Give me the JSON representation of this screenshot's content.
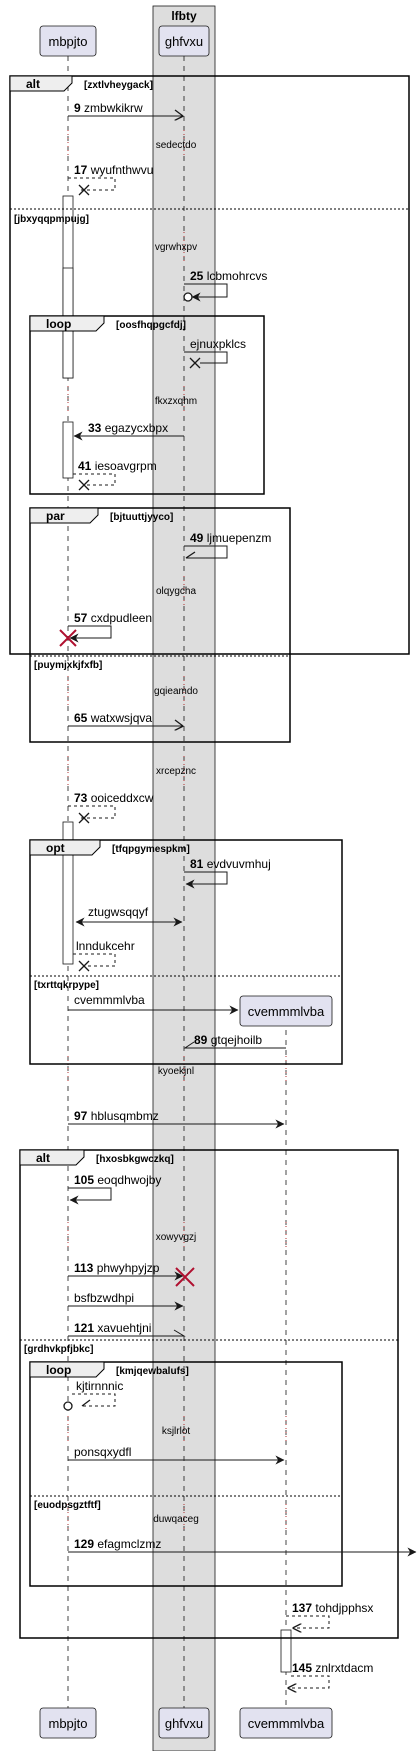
{
  "box": {
    "title": "lfbty"
  },
  "participants": {
    "mbpjto": "mbpjto",
    "ghfvxu": "ghfvxu",
    "cvemmmlvba": "cvemmmlvba"
  },
  "fragments": {
    "alt1": {
      "keyword": "alt",
      "cond": "[zxtlvheygack]",
      "else1": "[jbxyqqpmpujg]"
    },
    "loop1": {
      "keyword": "loop",
      "cond": "[oosfhqpgcfdj]"
    },
    "par1": {
      "keyword": "par",
      "cond": "[bjtuuttjyyco]",
      "else1": "[puymjxkjfxfb]"
    },
    "opt1": {
      "keyword": "opt",
      "cond": "[tfqpgymespkm]",
      "else1": "[txrttqkrpype]"
    },
    "alt2": {
      "keyword": "alt",
      "cond": "[hxosbkgwczkq]",
      "else1": "[grdhvkpfjbkc]"
    },
    "loop2": {
      "keyword": "loop",
      "cond": "[kmjqewbalufs]",
      "else1": "[euodpsgztftf]"
    }
  },
  "dividers": {
    "d1": "sedectdo",
    "d2": "vgrwhxpv",
    "d3": "fkxzxqhm",
    "d4": "olqygcha",
    "d5": "gqieamdo",
    "d6": "xrcepznc",
    "d7": "kyoekjnl",
    "d8": "xowyvgzj",
    "d9": "ksjlrlot",
    "d10": "duwqaceg"
  },
  "messages": {
    "m1": {
      "num": "9",
      "text": "zmbwkikrw"
    },
    "m2": {
      "num": "17",
      "text": "wyufnthwvu"
    },
    "m3": {
      "num": "25",
      "text": "lcbmohrcvs"
    },
    "m4": {
      "num": "",
      "text": "ejnuxpklcs"
    },
    "m5": {
      "num": "33",
      "text": "egazycxbpx"
    },
    "m6": {
      "num": "41",
      "text": "iesoavgrpm"
    },
    "m7": {
      "num": "49",
      "text": "ljmuepenzm"
    },
    "m8": {
      "num": "57",
      "text": "cxdpudleen"
    },
    "m9": {
      "num": "65",
      "text": "watxwsjqva"
    },
    "m10": {
      "num": "73",
      "text": "ooiceddxcw"
    },
    "m11": {
      "num": "81",
      "text": "evdvuvmhuj"
    },
    "m12": {
      "num": "",
      "text": "ztugwsqqyf"
    },
    "m13": {
      "num": "",
      "text": "lnndukcehr"
    },
    "m14": {
      "num": "",
      "text": "cvemmmlvba"
    },
    "m15": {
      "num": "89",
      "text": "gtqejhoilb"
    },
    "m16": {
      "num": "97",
      "text": "hblusqmbmz"
    },
    "m17": {
      "num": "105",
      "text": "eoqdhwojby"
    },
    "m18": {
      "num": "113",
      "text": "phwyhpyjzp"
    },
    "m19": {
      "num": "",
      "text": "bsfbzwdhpi"
    },
    "m20": {
      "num": "121",
      "text": "xavuehtjni"
    },
    "m21": {
      "num": "",
      "text": "kjtirnnnic"
    },
    "m22": {
      "num": "",
      "text": "ponsqxydfl"
    },
    "m23": {
      "num": "129",
      "text": "efagmclzmz"
    },
    "m24": {
      "num": "137",
      "text": "tohdjpphsx"
    },
    "m25": {
      "num": "145",
      "text": "znlrxtdacm"
    }
  }
}
